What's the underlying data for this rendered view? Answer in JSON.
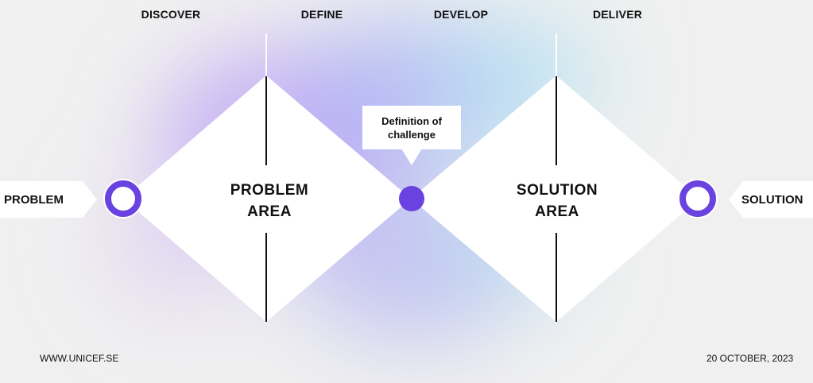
{
  "phases": [
    "DISCOVER",
    "DEFINE",
    "DEVELOP",
    "DELIVER"
  ],
  "areas": {
    "problem": {
      "line1": "PROBLEM",
      "line2": "AREA"
    },
    "solution": {
      "line1": "SOLUTION",
      "line2": "AREA"
    }
  },
  "callout": {
    "text": "Definition of challenge"
  },
  "tags": {
    "start": "PROBLEM",
    "end": "SOLUTION"
  },
  "footer": {
    "website": "WWW.UNICEF.SE",
    "date": "20 OCTOBER, 2023"
  },
  "colors": {
    "accent": "#6a42e0",
    "background": "#f0f0f0",
    "shape": "#ffffff",
    "glow_purple": "#b89cf5",
    "glow_blue": "#9fc0f6",
    "glow_cyan": "#a8e4f2"
  }
}
